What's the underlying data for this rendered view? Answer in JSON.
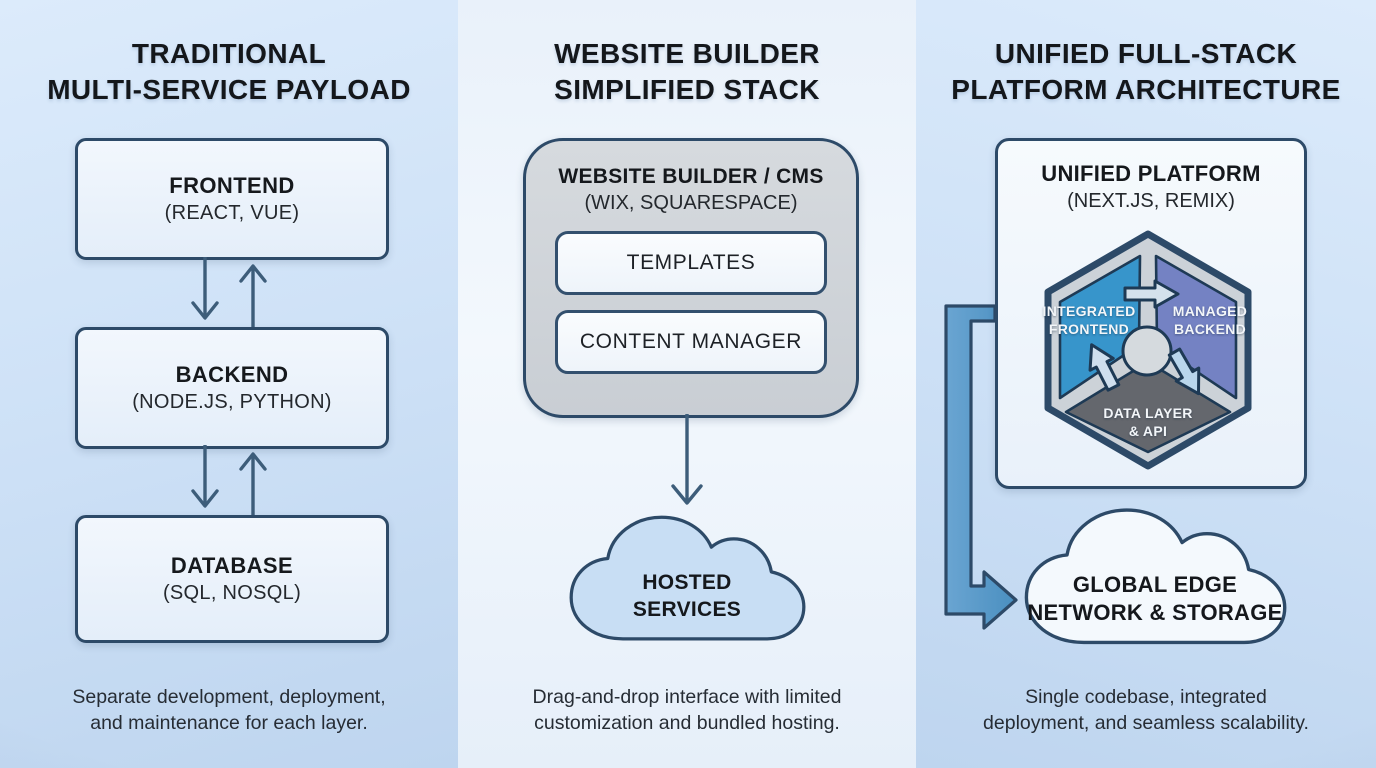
{
  "left": {
    "title_line1": "TRADITIONAL",
    "title_line2": "MULTI-SERVICE PAYLOAD",
    "boxes": [
      {
        "name": "FRONTEND",
        "tech": "(REACT, VUE)"
      },
      {
        "name": "BACKEND",
        "tech": "(NODE.JS, PYTHON)"
      },
      {
        "name": "DATABASE",
        "tech": "(SQL, NOSQL)"
      }
    ],
    "caption_line1": "Separate development, deployment,",
    "caption_line2": "and maintenance for each layer."
  },
  "middle": {
    "title_line1": "WEBSITE BUILDER",
    "title_line2": "SIMPLIFIED STACK",
    "builder_box": {
      "name": "WEBSITE BUILDER / CMS",
      "tech": "(WIX, SQUARESPACE)",
      "items": [
        "TEMPLATES",
        "CONTENT MANAGER"
      ]
    },
    "cloud_line1": "HOSTED",
    "cloud_line2": "SERVICES",
    "caption_line1": "Drag-and-drop interface with limited",
    "caption_line2": "customization and bundled hosting."
  },
  "right": {
    "title_line1": "UNIFIED FULL-STACK",
    "title_line2": "PLATFORM ARCHITECTURE",
    "platform_box": {
      "name": "UNIFIED PLATFORM",
      "tech": "(NEXT.JS, REMIX)"
    },
    "hexagon": {
      "frontend_line1": "INTEGRATED",
      "frontend_line2": "FRONTEND",
      "backend_line1": "MANAGED",
      "backend_line2": "BACKEND",
      "data_line1": "DATA LAYER",
      "data_line2": "& API"
    },
    "cloud_line1": "GLOBAL EDGE",
    "cloud_line2": "NETWORK & STORAGE",
    "caption_line1": "Single codebase, integrated",
    "caption_line2": "deployment, and seamless scalability."
  },
  "colors": {
    "outline_dark": "#2d4a68",
    "hex_frontend": "#3795cb",
    "hex_backend": "#7482c3",
    "hex_data": "#64676d",
    "hex_ring": "#ccd2d8",
    "arrow_blue": "#4a8fc0",
    "cloud_blue": "#c8def4",
    "cloud_white": "#f4f9fd",
    "thin_arrow": "#3d5d7a"
  }
}
